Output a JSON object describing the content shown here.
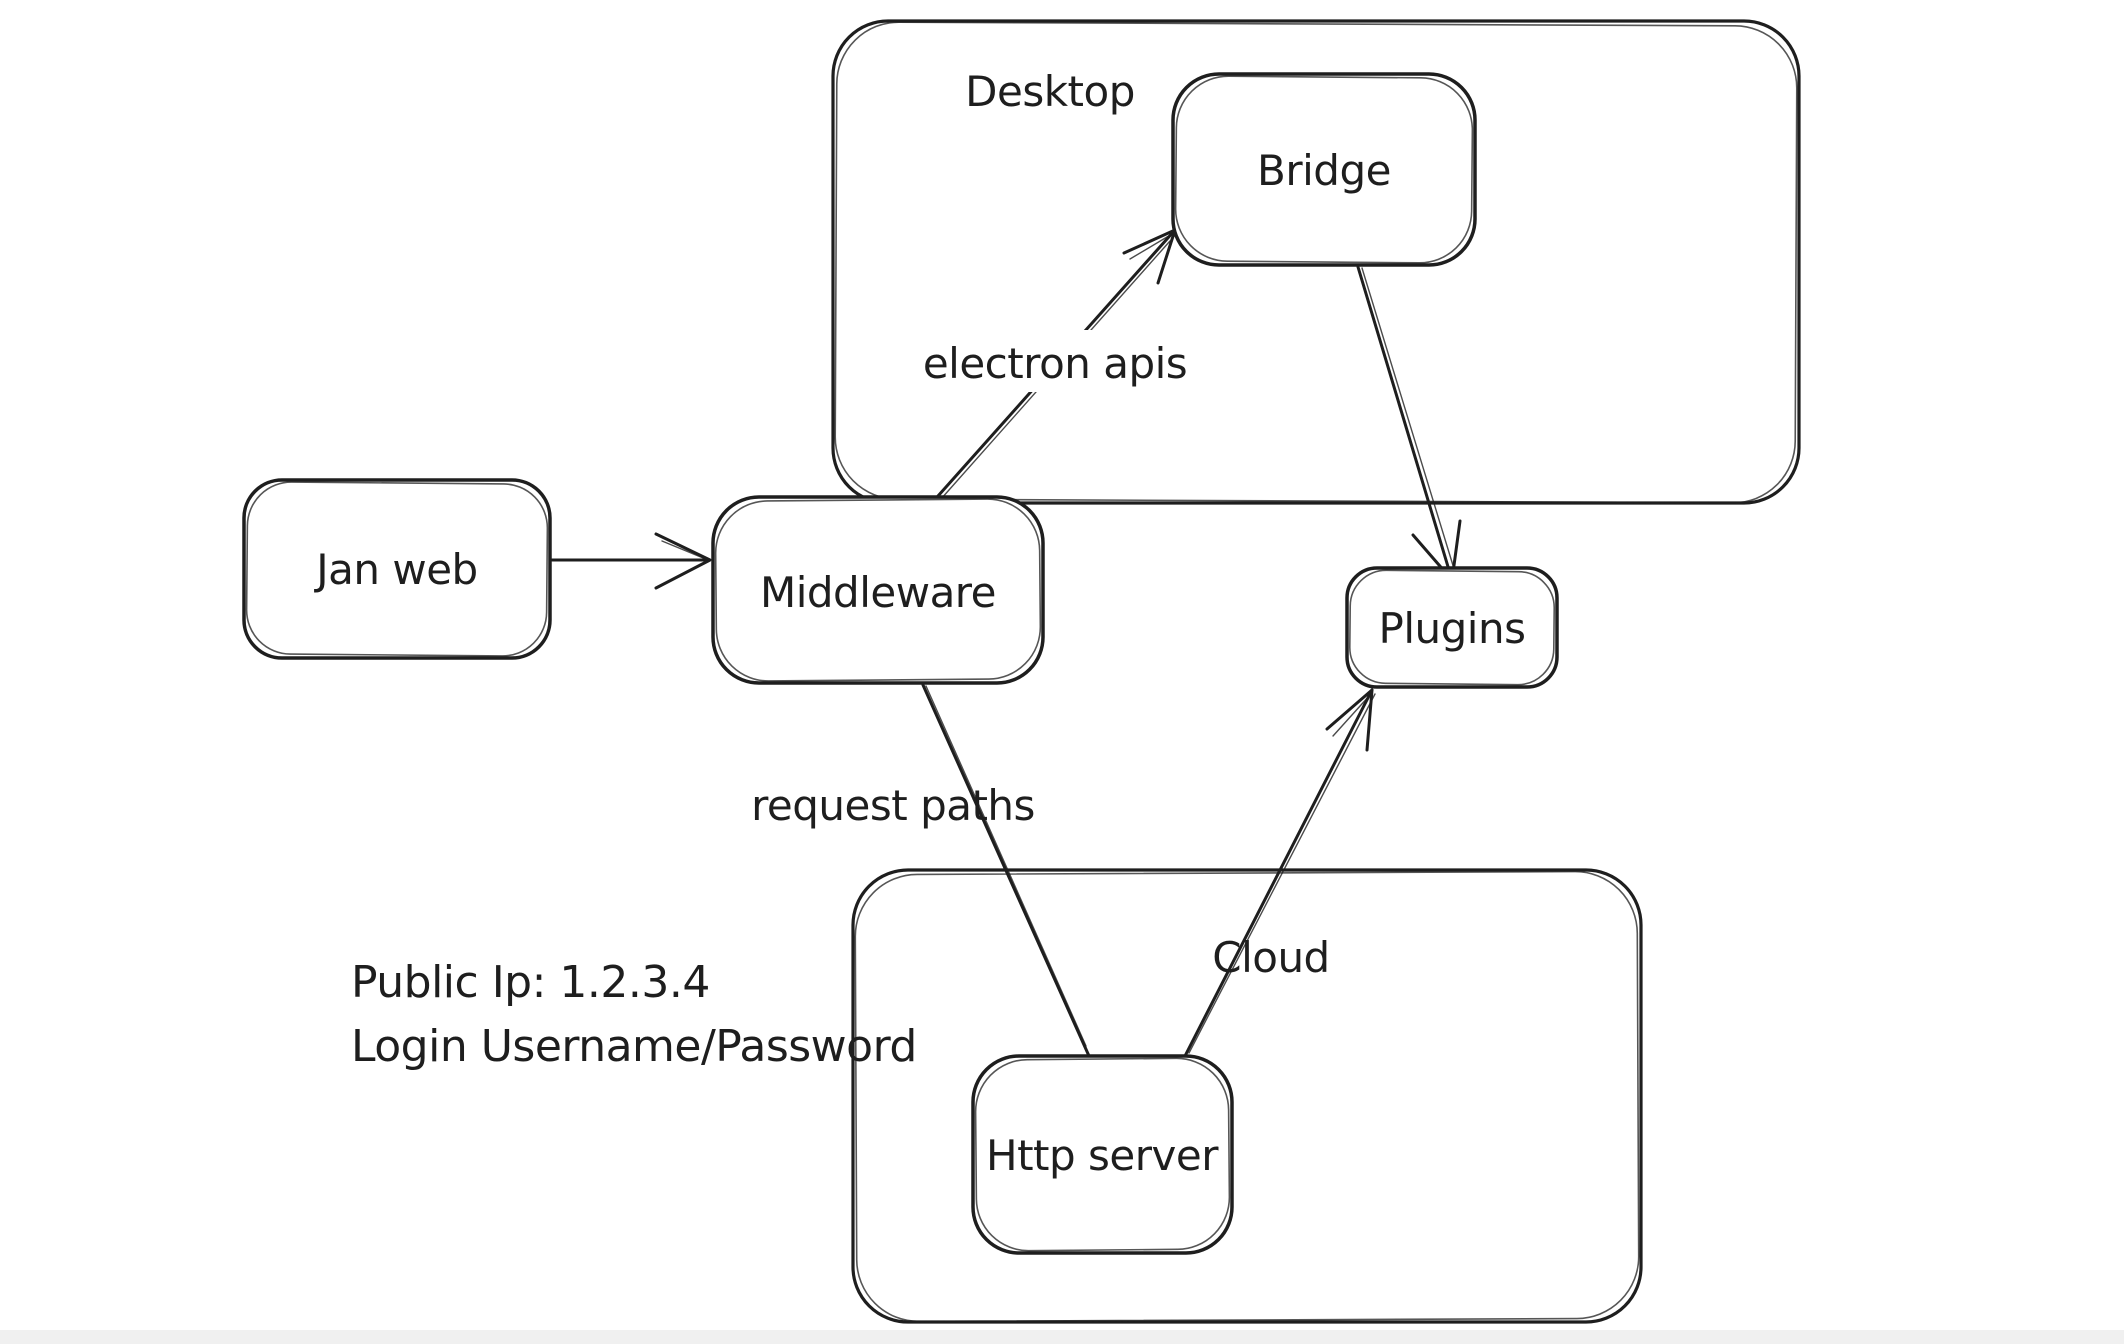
{
  "diagram_title": "Jan web / desktop / cloud architecture sketch",
  "colors": {
    "stroke": "#1e1e1e",
    "background": "#ffffff"
  },
  "containers": [
    {
      "id": "desktop",
      "label": "Desktop"
    },
    {
      "id": "cloud",
      "label": "Cloud"
    }
  ],
  "nodes": [
    {
      "id": "jan-web",
      "label": "Jan web"
    },
    {
      "id": "middleware",
      "label": "Middleware"
    },
    {
      "id": "bridge",
      "label": "Bridge"
    },
    {
      "id": "plugins",
      "label": "Plugins"
    },
    {
      "id": "http-server",
      "label": "Http server"
    }
  ],
  "edges": [
    {
      "id": "jan-web-to-middleware",
      "from": "Jan web",
      "to": "Middleware",
      "label": ""
    },
    {
      "id": "middleware-to-bridge",
      "from": "Middleware",
      "to": "Bridge",
      "label": "electron apis"
    },
    {
      "id": "bridge-to-plugins",
      "from": "Bridge",
      "to": "Plugins",
      "label": ""
    },
    {
      "id": "middleware-to-http-server",
      "from": "Middleware",
      "to": "Http server",
      "label": "request paths"
    },
    {
      "id": "http-server-to-plugins",
      "from": "Http server",
      "to": "Plugins",
      "label": ""
    }
  ],
  "annotation": {
    "line1": "Public Ip: 1.2.3.4",
    "line2": "Login Username/Password"
  }
}
